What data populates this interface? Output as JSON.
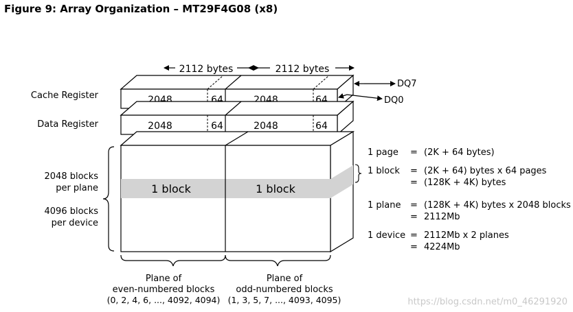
{
  "title": "Figure 9: Array Organization – MT29F4G08 (x8)",
  "top_dimensions": {
    "left": "2112 bytes",
    "right": "2112 bytes"
  },
  "dq_labels": {
    "high": "DQ7",
    "low": "DQ0"
  },
  "cache_register": {
    "label": "Cache Register",
    "main_left": "2048",
    "spare_left": "64",
    "main_right": "2048",
    "spare_right": "64"
  },
  "data_register": {
    "label": "Data Register",
    "main_left": "2048",
    "spare_left": "64",
    "main_right": "2048",
    "spare_right": "64"
  },
  "array": {
    "blocks_per_plane": [
      "2048 blocks",
      "per plane"
    ],
    "blocks_per_device": [
      "4096 blocks",
      "per device"
    ],
    "block_label_left": "1 block",
    "block_label_right": "1 block"
  },
  "planes": {
    "even": [
      "Plane of",
      "even-numbered blocks",
      "(0, 2, 4, 6, ..., 4092, 4094)"
    ],
    "odd": [
      "Plane of",
      "odd-numbered blocks",
      "(1, 3, 5, 7, ..., 4093, 4095)"
    ]
  },
  "definitions": [
    {
      "term": "1 page",
      "eq": "=",
      "lines": [
        "(2K + 64 bytes)"
      ]
    },
    {
      "term": "1 block",
      "eq": "=",
      "lines": [
        "(2K + 64) bytes x 64 pages",
        "(128K + 4K) bytes"
      ]
    },
    {
      "term": "1 plane",
      "eq": "=",
      "lines": [
        "(128K + 4K) bytes x 2048 blocks",
        "2112Mb"
      ]
    },
    {
      "term": "1 device",
      "eq": "=",
      "lines": [
        "2112Mb x 2 planes",
        "4224Mb"
      ]
    }
  ],
  "watermark": "https://blog.csdn.net/m0_46291920"
}
